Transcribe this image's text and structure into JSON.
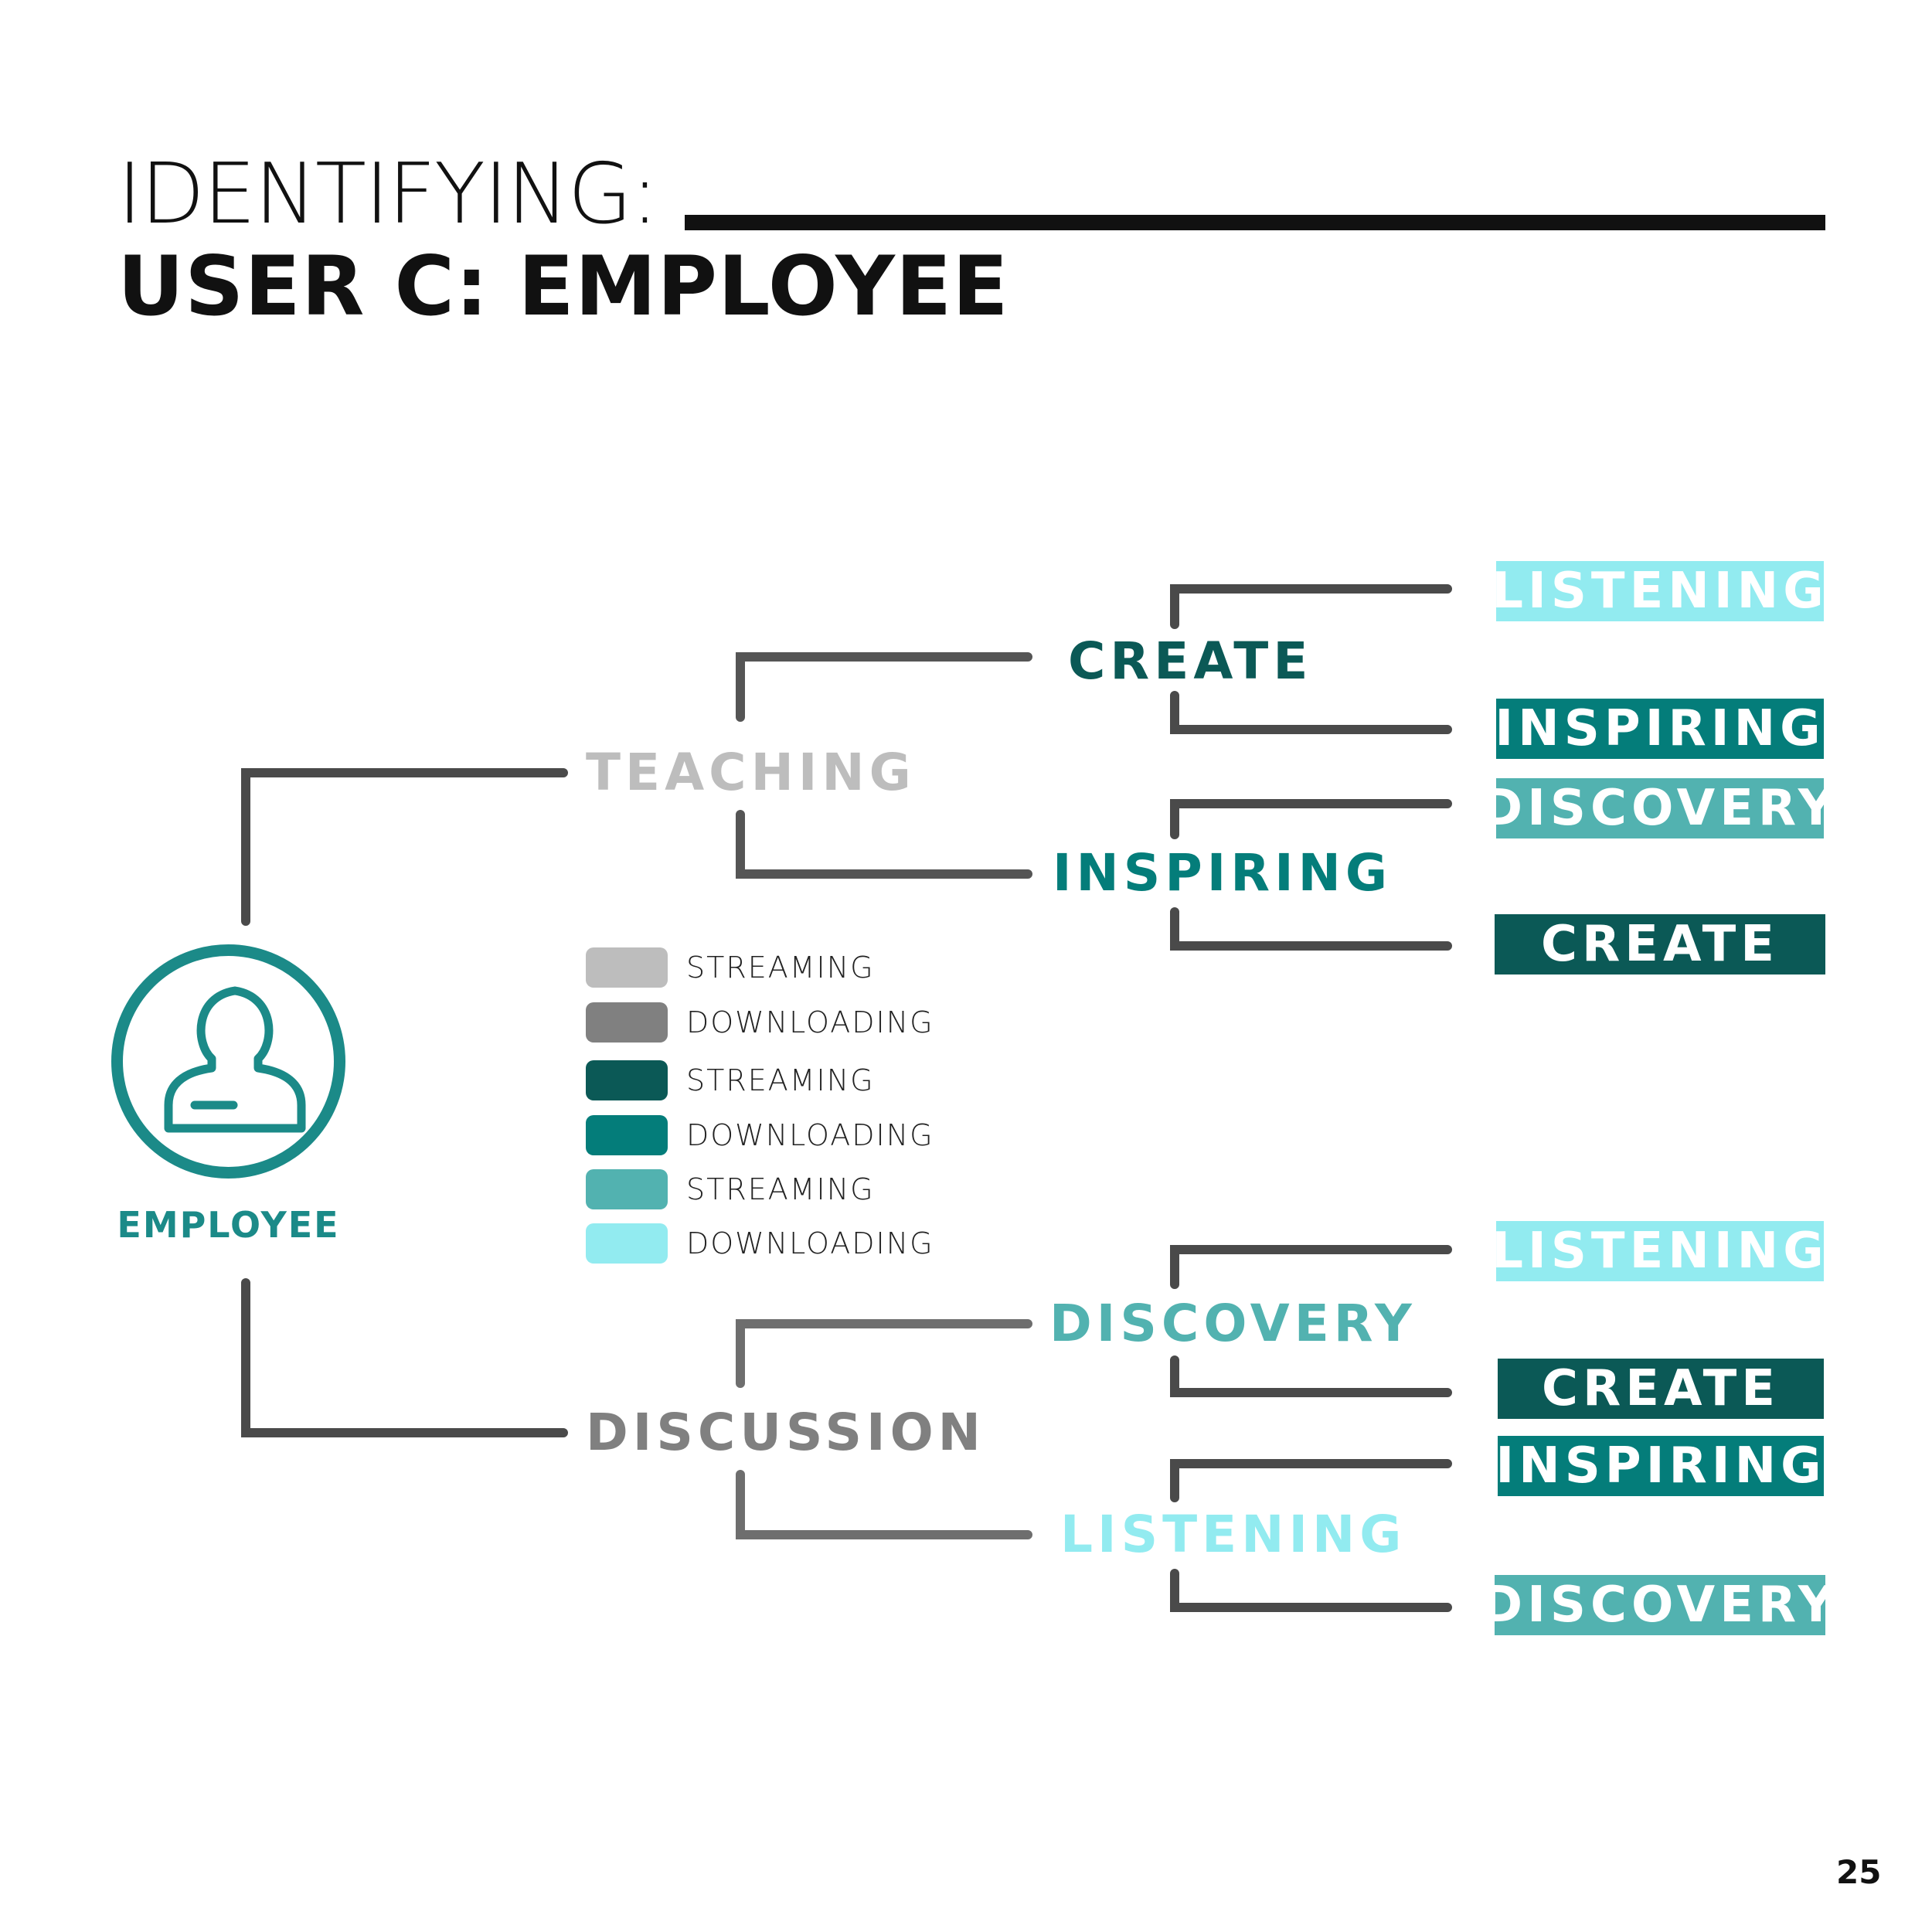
{
  "header": {
    "line1": "IDENTIFYING:",
    "line2": "USER C: EMPLOYEE"
  },
  "root": {
    "label": "EMPLOYEE",
    "icon": "user-icon",
    "color": "#1b8a88"
  },
  "branches": {
    "teaching": {
      "label": "TEACHING",
      "color": "#bdbdbd"
    },
    "discussion": {
      "label": "DISCUSSION",
      "color": "#808080"
    }
  },
  "sub_nodes": {
    "create": {
      "label": "CREATE",
      "color": "#0b5956"
    },
    "inspiring": {
      "label": "INSPIRING",
      "color": "#047d7a"
    },
    "discovery": {
      "label": "DISCOVERY",
      "color": "#52b2b0"
    },
    "listening": {
      "label": "LISTENING",
      "color": "#92ebf0"
    }
  },
  "leaves": {
    "create_top": {
      "label": "LISTENING",
      "color": "#92ebf0"
    },
    "create_bottom": {
      "label": "INSPIRING",
      "color": "#047d7a"
    },
    "inspiring_top": {
      "label": "DISCOVERY",
      "color": "#52b2b0"
    },
    "inspiring_bottom": {
      "label": "CREATE",
      "color": "#0b5956"
    },
    "discovery_top": {
      "label": "LISTENING",
      "color": "#92ebf0"
    },
    "discovery_bottom": {
      "label": "CREATE",
      "color": "#0b5956"
    },
    "listening_top": {
      "label": "INSPIRING",
      "color": "#047d7a"
    },
    "listening_bottom": {
      "label": "DISCOVERY",
      "color": "#52b2b0"
    }
  },
  "legend": [
    {
      "label": "STREAMING",
      "color": "#bdbdbd"
    },
    {
      "label": "DOWNLOADING",
      "color": "#808080"
    },
    {
      "label": "STREAMING",
      "color": "#0b5956"
    },
    {
      "label": "DOWNLOADING",
      "color": "#047d7a"
    },
    {
      "label": "STREAMING",
      "color": "#52b2b0"
    },
    {
      "label": "DOWNLOADING",
      "color": "#92ebf0"
    }
  ],
  "connector_colors": {
    "main": "#4a4a4a",
    "teaching": "#555555",
    "discussion": "#6e6e6e"
  },
  "page_number": "25"
}
